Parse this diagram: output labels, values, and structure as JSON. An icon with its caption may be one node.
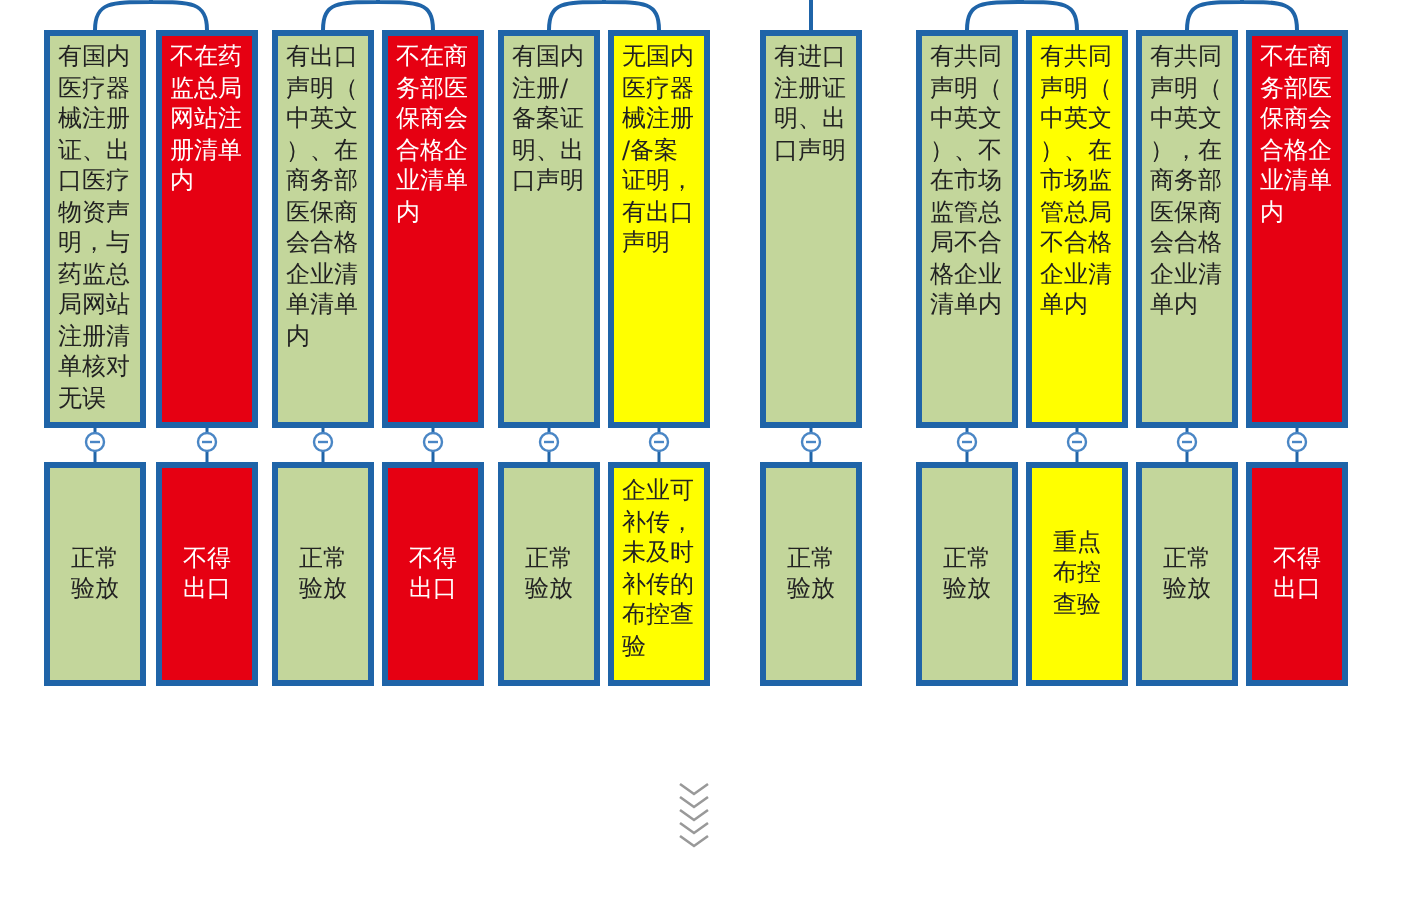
{
  "diagram": {
    "nodes": [
      {
        "text": [
          "有国内医疗器械注册证、出口医疗物资声明，与药监总局网站注册清单核对无误"
        ]
      },
      {
        "text": [
          "不在药监总局网站注册清单内"
        ]
      },
      {
        "text": [
          "有出口声明（中英文）、在商务部医保商会合格企业清单清单内"
        ]
      },
      {
        "text": [
          "不在商务部医保商会合格企业清单内"
        ]
      },
      {
        "text": [
          "有国内注册/备案证明、出口声明"
        ]
      },
      {
        "text": [
          "无国内医疗器械注册/备案证明，有出口声明"
        ]
      },
      {
        "text": [
          "有进口注册证明、出口声明"
        ]
      },
      {
        "text": [
          "有共同声明（中英文）、不在市场监管总局不合格企业清单内"
        ]
      },
      {
        "text": [
          "有共同声明（中英文）、在市场监管总局不合格企业清单内"
        ]
      },
      {
        "text": [
          "有共同声明（中英文），在商务部医保商会合格企业清单内"
        ]
      },
      {
        "text": [
          "不在商务部医保商会合格企业清单内"
        ]
      },
      {
        "text": [
          "正常验放"
        ]
      },
      {
        "text": [
          "不得出口"
        ]
      },
      {
        "text": [
          "正常验放"
        ]
      },
      {
        "text": [
          "不得出口"
        ]
      },
      {
        "text": [
          "正常验放"
        ]
      },
      {
        "text": [
          "企业可补传，未及时补传的布控查验"
        ]
      },
      {
        "text": [
          "正常验放"
        ]
      },
      {
        "text": [
          "正常验放"
        ]
      },
      {
        "text": [
          "重点布控查验"
        ]
      },
      {
        "text": [
          "正常验放"
        ]
      },
      {
        "text": [
          "不得出口"
        ]
      }
    ],
    "edges": [
      {
        "from": 0,
        "to": 1,
        "arrow": "none"
      },
      {
        "from": 2,
        "to": 3,
        "arrow": "none"
      },
      {
        "from": 4,
        "to": 5,
        "arrow": "none"
      },
      {
        "from": null,
        "to": 6,
        "arrow": "none"
      },
      {
        "from": 7,
        "to": 8,
        "arrow": "none"
      },
      {
        "from": 9,
        "to": 10,
        "arrow": "none"
      },
      {
        "from": 0,
        "to": 11,
        "arrow": "none"
      },
      {
        "from": 1,
        "to": 12,
        "arrow": "none"
      },
      {
        "from": 2,
        "to": 13,
        "arrow": "none"
      },
      {
        "from": 3,
        "to": 14,
        "arrow": "none"
      },
      {
        "from": 4,
        "to": 15,
        "arrow": "none"
      },
      {
        "from": 5,
        "to": 16,
        "arrow": "none"
      },
      {
        "from": 6,
        "to": 17,
        "arrow": "none"
      },
      {
        "from": 7,
        "to": 18,
        "arrow": "none"
      },
      {
        "from": 8,
        "to": 19,
        "arrow": "none"
      },
      {
        "from": 9,
        "to": 20,
        "arrow": "none"
      },
      {
        "from": 10,
        "to": 21,
        "arrow": "none"
      }
    ]
  }
}
